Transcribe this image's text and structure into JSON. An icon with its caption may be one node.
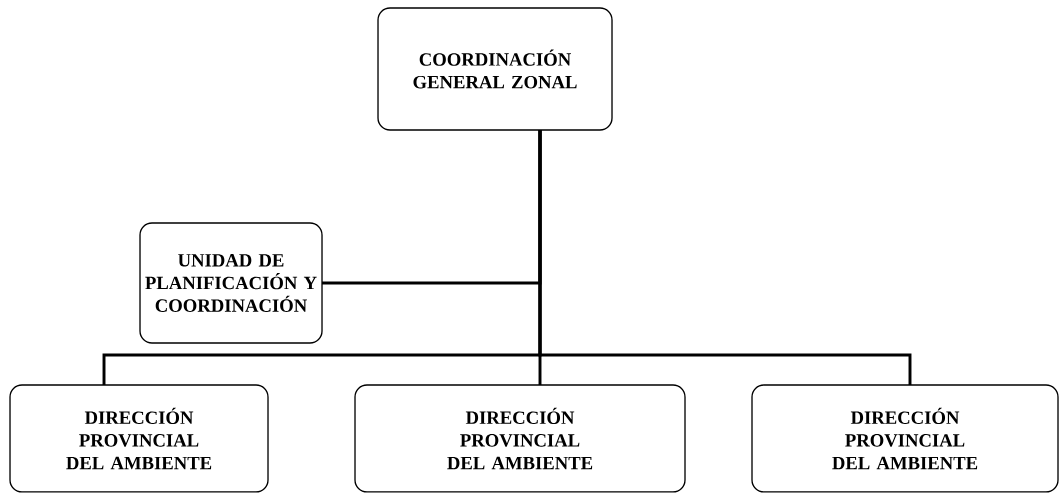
{
  "diagram": {
    "nodes": [
      {
        "text": [
          "COORDINACIÓN GENERAL ZONAL"
        ]
      },
      {
        "text": [
          "UNIDAD DE PLANIFICACIÓN Y COORDINACIÓN"
        ]
      },
      {
        "text": [
          "DIRECCIÓN PROVINCIAL DEL AMBIENTE"
        ]
      },
      {
        "text": [
          "DIRECCIÓN PROVINCIAL DEL AMBIENTE"
        ]
      },
      {
        "text": [
          "DIRECCIÓN PROVINCIAL DEL AMBIENTE"
        ]
      }
    ],
    "edges": [
      {
        "from": 0,
        "to": 1,
        "arrow": "none"
      },
      {
        "from": 0,
        "to": 2,
        "arrow": "none"
      },
      {
        "from": 0,
        "to": 3,
        "arrow": "none"
      },
      {
        "from": 0,
        "to": 4,
        "arrow": "none"
      }
    ]
  }
}
